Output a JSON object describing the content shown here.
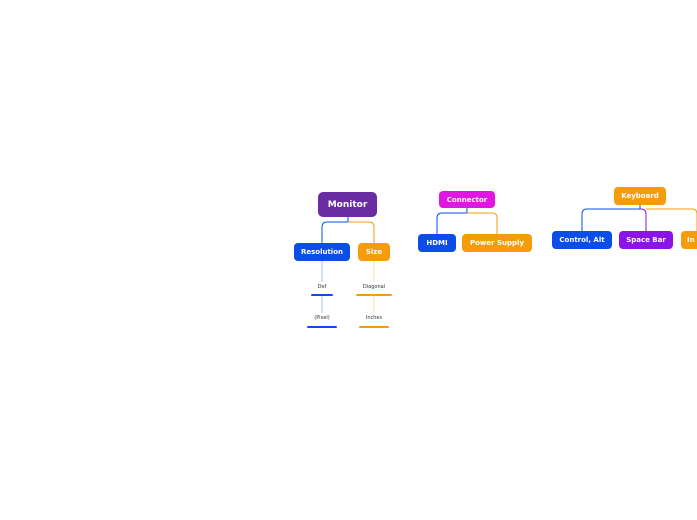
{
  "colors": {
    "purple": "#6a2ca2",
    "magenta": "#e116e1",
    "blue": "#0b4de8",
    "orange": "#f59c0c",
    "violet": "#8a14e8"
  },
  "monitor": {
    "label": "Monitor",
    "resolution": {
      "label": "Resolution",
      "leaves": [
        "Def",
        "(Pixel)"
      ]
    },
    "size": {
      "label": "Size",
      "leaves": [
        "Diagonal",
        "Inches"
      ]
    }
  },
  "connector": {
    "label": "Connector",
    "hdmi": {
      "label": "HDMI"
    },
    "power": {
      "label": "Power Supply"
    }
  },
  "keyboard": {
    "label": "Keyboard",
    "control": {
      "label": "Control, Alt"
    },
    "space": {
      "label": "Space Bar"
    },
    "third": {
      "label": "In"
    }
  }
}
